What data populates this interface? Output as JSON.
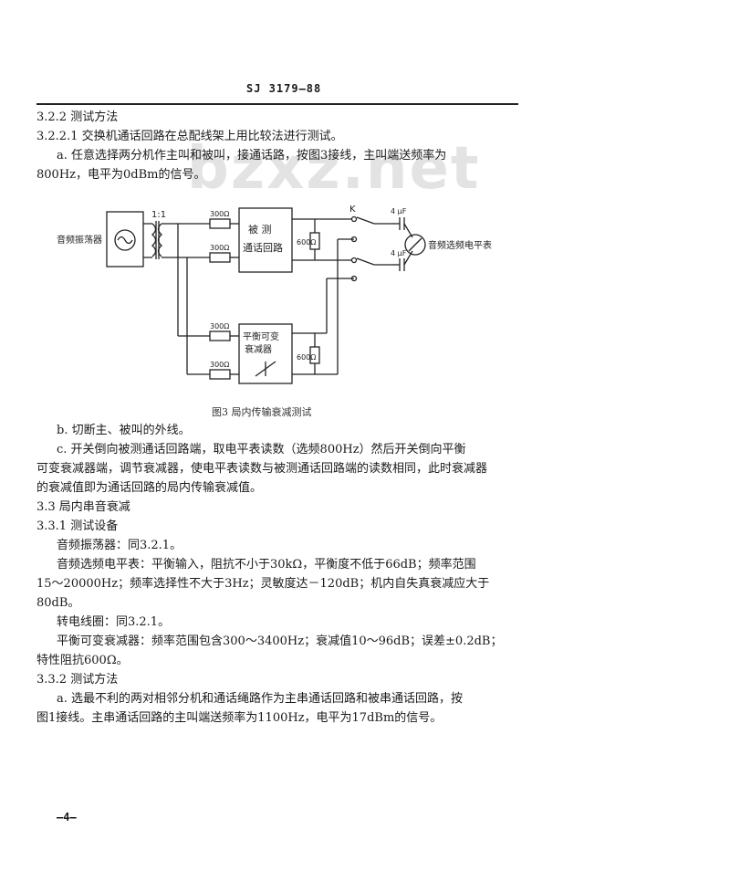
{
  "watermark": "bzxz.net",
  "header": {
    "code": "SJ 3179—88"
  },
  "lines": {
    "l1": "3.2.2  测试方法",
    "l2": "3.2.2.1  交换机通话回路在总配线架上用比较法进行测试。",
    "l3": "a.  任意选择两分机作主叫和被叫，接通话路，按图3接线，主叫端送频率为",
    "l4": "800Hz，电平为0dBm的信号。",
    "l5": "b.  切断主、被叫的外线。",
    "l6": "c.  开关倒向被测通话回路端，取电平表读数（选频800Hz）然后开关倒向平衡",
    "l7": "可变衰减器端，调节衰减器，使电平表读数与被测通话回路端的读数相同，此时衰减器",
    "l8": "的衰减值即为通话回路的局内传输衰减值。",
    "l9": "3.3  局内串音衰减",
    "l10": "3.3.1  测试设备",
    "l11": "音频振荡器：同3.2.1。",
    "l12": "音频选频电平表：平衡输入，阻抗不小于30kΩ，平衡度不低于66dB；频率范围",
    "l13": "15～20000Hz；频率选择性不大于3Hz；灵敏度达－120dB；机内自失真衰减应大于",
    "l14": "80dB。",
    "l15": "转电线圈：同3.2.1。",
    "l16": "平衡可变衰减器：频率范围包含300～3400Hz；衰减值10～96dB；误差±0.2dB；",
    "l17": "特性阻抗600Ω。",
    "l18": "3.3.2  测试方法",
    "l19": "a.  选最不利的两对相邻分机和通话绳路作为主串通话回路和被串通话回路，按",
    "l20": "图1接线。主串通话回路的主叫端送频率为1100Hz，电平为17dBm的信号。"
  },
  "figure": {
    "caption": "图3  局内传输衰减测试",
    "oscillator_label": "音频振荡器",
    "ratio_label": "1:1",
    "r1": "300Ω",
    "r2": "300Ω",
    "r3": "300Ω",
    "r4": "300Ω",
    "r_load1": "600Ω",
    "r_load2": "600Ω",
    "dut_line1": "被 测",
    "dut_line2": "通话回路",
    "att_line1": "平衡可变",
    "att_line2": "衰减器",
    "switch_label": "K",
    "cap1": "4 μF",
    "cap2": "4 μF",
    "meter_label": "音频选频电平表"
  },
  "footer": {
    "page": "—4—"
  }
}
